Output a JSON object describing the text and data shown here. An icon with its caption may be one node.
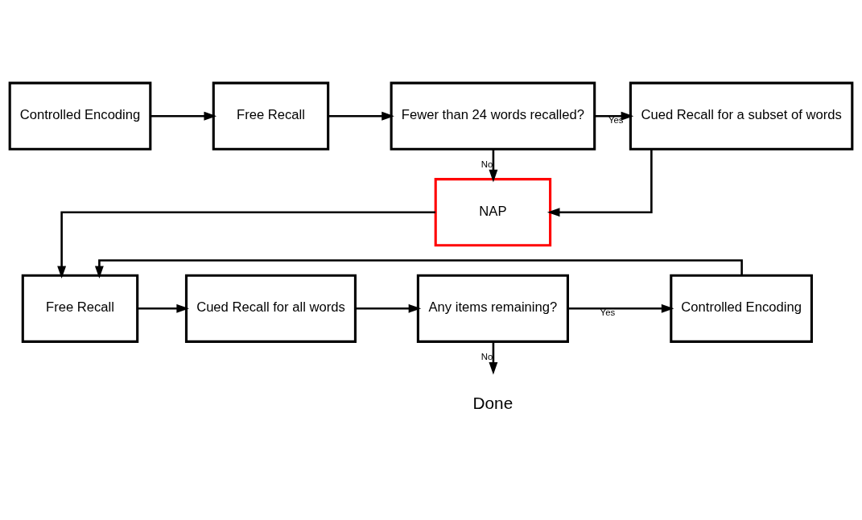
{
  "diagram": {
    "nodes": [
      {
        "text": [
          "Controlled Encoding"
        ]
      },
      {
        "text": [
          "Free Recall"
        ]
      },
      {
        "text": [
          "Fewer than 24 words recalled?"
        ]
      },
      {
        "text": [
          "Cued Recall for a subset of words"
        ]
      },
      {
        "text": [
          "NAP"
        ]
      },
      {
        "text": [
          "Free Recall"
        ]
      },
      {
        "text": [
          "Cued Recall for all words"
        ]
      },
      {
        "text": [
          "Any items remaining?"
        ]
      },
      {
        "text": [
          "Controlled Encoding"
        ]
      },
      {
        "text": [
          "Done"
        ]
      }
    ],
    "edges": [
      {
        "from": 0,
        "to": 1,
        "arrow": "to"
      },
      {
        "from": 1,
        "to": 2,
        "arrow": "to"
      },
      {
        "from": 2,
        "to": 3,
        "arrow": "to",
        "label": "Yes"
      },
      {
        "from": 2,
        "to": 4,
        "arrow": "to",
        "label": "No"
      },
      {
        "from": 3,
        "to": 4,
        "arrow": "to"
      },
      {
        "from": 4,
        "to": 5,
        "arrow": "to"
      },
      {
        "from": 5,
        "to": 6,
        "arrow": "to"
      },
      {
        "from": 6,
        "to": 7,
        "arrow": "to"
      },
      {
        "from": 7,
        "to": 8,
        "arrow": "to",
        "label": "Yes"
      },
      {
        "from": 7,
        "to": 9,
        "arrow": "to",
        "label": "No"
      },
      {
        "from": 8,
        "to": 5,
        "arrow": "to"
      }
    ]
  }
}
